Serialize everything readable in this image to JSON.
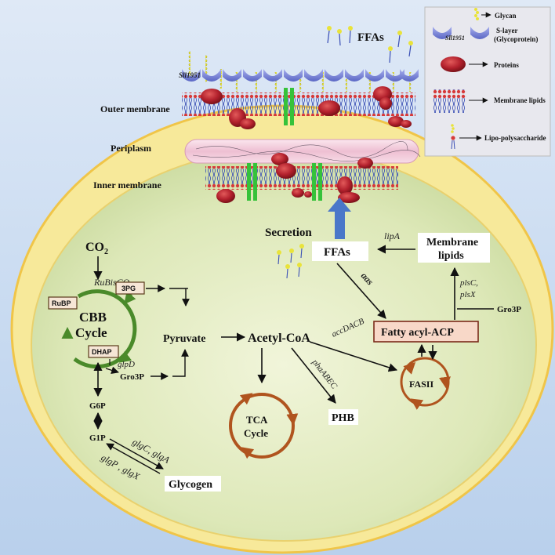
{
  "membrane": {
    "outer_label": "Outer membrane",
    "periplasm_label": "Periplasm",
    "inner_label": "Inner membrane",
    "slr_label": "Sll1951",
    "ffa_top_label": "FFAs",
    "secretion_label": "Secretion"
  },
  "legend": {
    "glycan": "Glycan",
    "s_layer_protein": "Sll1951",
    "s_layer": "S-layer",
    "s_layer_sub": "(Glycoprotein)",
    "proteins": "Proteins",
    "membrane_lipids": "Membrane lipids",
    "lps": "Lipo-polysaccharide"
  },
  "pathway": {
    "co2": "CO",
    "co2_sub": "2",
    "rubisco": "RuBisCO",
    "rubp": "RuBP",
    "cbb_line1": "CBB",
    "cbb_line2": "Cycle",
    "pg3": "3PG",
    "dhap": "DHAP",
    "glpd": "glpD",
    "gro3p_left": "Gro3P",
    "g6p": "G6P",
    "g1p": "G1P",
    "glgc": "glgC, glgA",
    "glgp": "glgP , glgX",
    "glycogen": "Glycogen",
    "pyruvate": "Pyruvate",
    "acetyl_coa": "Acetyl-CoA",
    "tca_line1": "TCA",
    "tca_line2": "Cycle",
    "phaabec": "phaABEC",
    "phb": "PHB",
    "accdacb": "accDACB",
    "fasii": "FASII",
    "fatty_acyl_acp": "Fatty acyl-ACP",
    "gro3p_right": "Gro3P",
    "plsc": "plsC,",
    "plsx": "plsX",
    "membrane_lipids_line1": "Membrane",
    "membrane_lipids_line2": "lipids",
    "lipa": "lipA",
    "ffas": "FFAs",
    "aas": "aas"
  },
  "colors": {
    "cell_fill": "#e2ecc4",
    "cell_border": "#f3c74d",
    "outer_envelope": "#f8f0b0",
    "cbb_arrow": "#4a8a2a",
    "cycle_arrow": "#b0541e",
    "protein": "#b3212d",
    "channel": "#35c23a",
    "lipid_head": "#d63a3a",
    "lipid_tail": "#3a4fb5",
    "s_layer": "#7b86d6",
    "periplasm": "#f0c8d8",
    "secretion_arrow": "#4a77c9",
    "fatty_acyl_box": "#f8d8c8"
  }
}
